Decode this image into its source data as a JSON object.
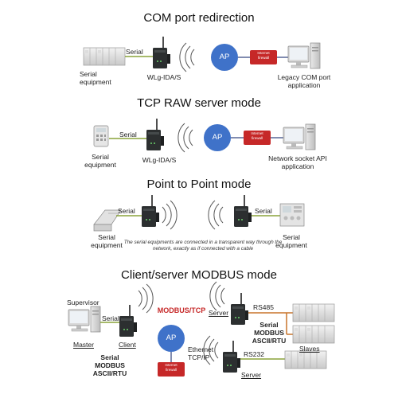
{
  "sections": [
    {
      "title": "COM port redirection",
      "labels": {
        "serial_line": "Serial",
        "device_left": "Serial\nequipment",
        "device_center": "WLg-IDA/S",
        "ap": "AP",
        "firewall": "Internet\nfirewall",
        "right": "Legacy COM port\napplication"
      }
    },
    {
      "title": "TCP RAW server mode",
      "labels": {
        "serial_line": "Serial",
        "device_left": "Serial\nequipment",
        "device_center": "WLg-IDA/S",
        "ap": "AP",
        "firewall": "Internet\nfirewall",
        "right": "Network socket API\napplication"
      }
    },
    {
      "title": "Point to Point mode",
      "labels": {
        "serial_left": "Serial",
        "serial_right": "Serial",
        "device_left": "Serial\nequipment",
        "device_right": "Serial\nequipment"
      },
      "note": "The serial equipments are connected in a transparent way through the network, exactly as if connected with a cable"
    },
    {
      "title": "Client/server MODBUS mode",
      "labels": {
        "supervisor": "Supervisor",
        "serial": "Serial",
        "master": "Master",
        "client": "Client",
        "left_caption": "Serial\nMODBUS\nASCII/RTU",
        "modbus_tcp": "MODBUS/TCP",
        "ap": "AP",
        "firewall": "Internet\nfirewall",
        "ethernet": "Ethernet\nTCP/IP",
        "server_top": "Server",
        "rs485": "RS485",
        "right_caption": "Serial\nMODBUS\nASCII/RTU",
        "slaves": "Slaves",
        "rs232": "RS232",
        "server_bottom": "Server"
      }
    }
  ],
  "colors": {
    "ap": "#3f72c9",
    "firewall": "#c62828",
    "serial_line": "#8aa33a",
    "ethernet_line": "#3d4f86",
    "rs485_line": "#c8742a"
  },
  "icons": [
    "serial-equipment-icon",
    "wlg-ida-router-icon",
    "wifi-waves-icon",
    "ap-circle-icon",
    "firewall-icon",
    "pc-icon",
    "keypad-icon",
    "printer-icon",
    "control-panel-icon",
    "plc-rack-icon"
  ]
}
